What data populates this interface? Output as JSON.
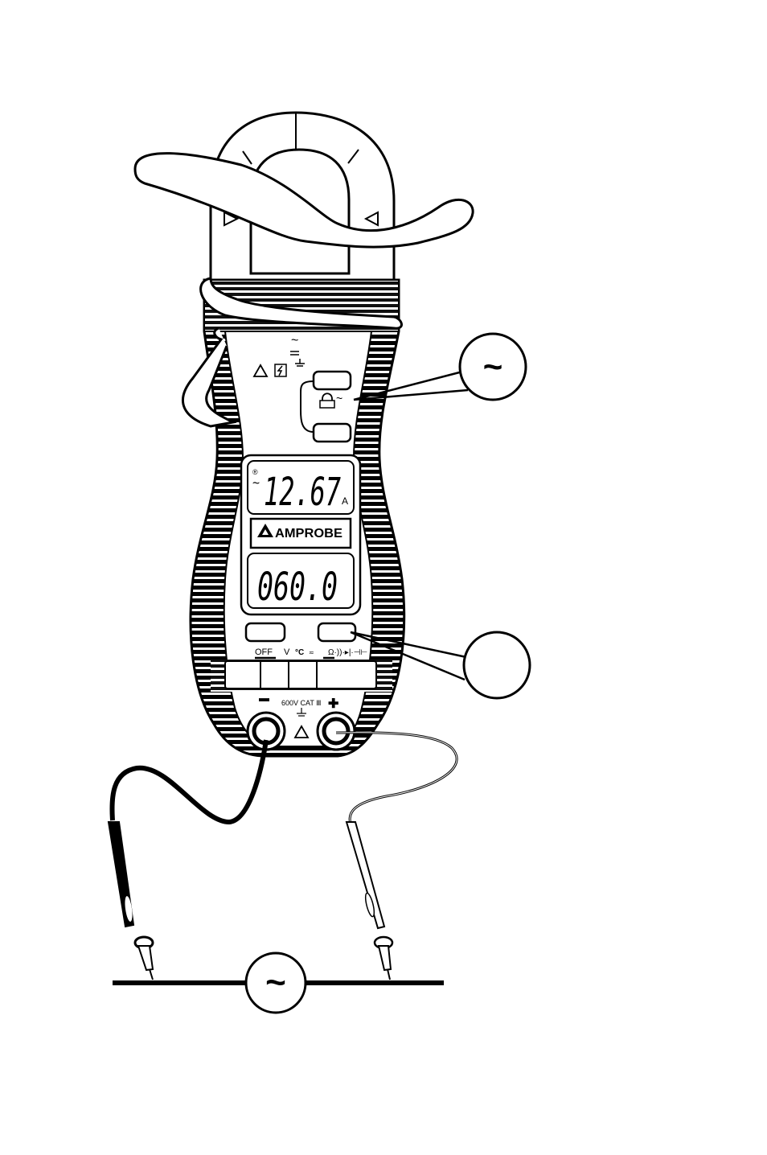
{
  "display": {
    "primary_reading": "12.67",
    "primary_unit": "A",
    "primary_ac_symbol": "~",
    "secondary_reading": "060.0"
  },
  "brand": {
    "name": "AMPROBE"
  },
  "selector": {
    "off_label": "OFF",
    "volt_label": "V",
    "temp_label": "°C",
    "ohm_label": "Ω·))·▸|·⊣⊢"
  },
  "inputs": {
    "rating_label": "600V CAT Ⅲ",
    "common_symbol": "▬",
    "positive_symbol": "✚"
  },
  "panel": {
    "hold_ac_symbol": "~",
    "ac_symbol": "~"
  },
  "callouts": {
    "top_symbol": "~",
    "source_symbol": "~"
  }
}
